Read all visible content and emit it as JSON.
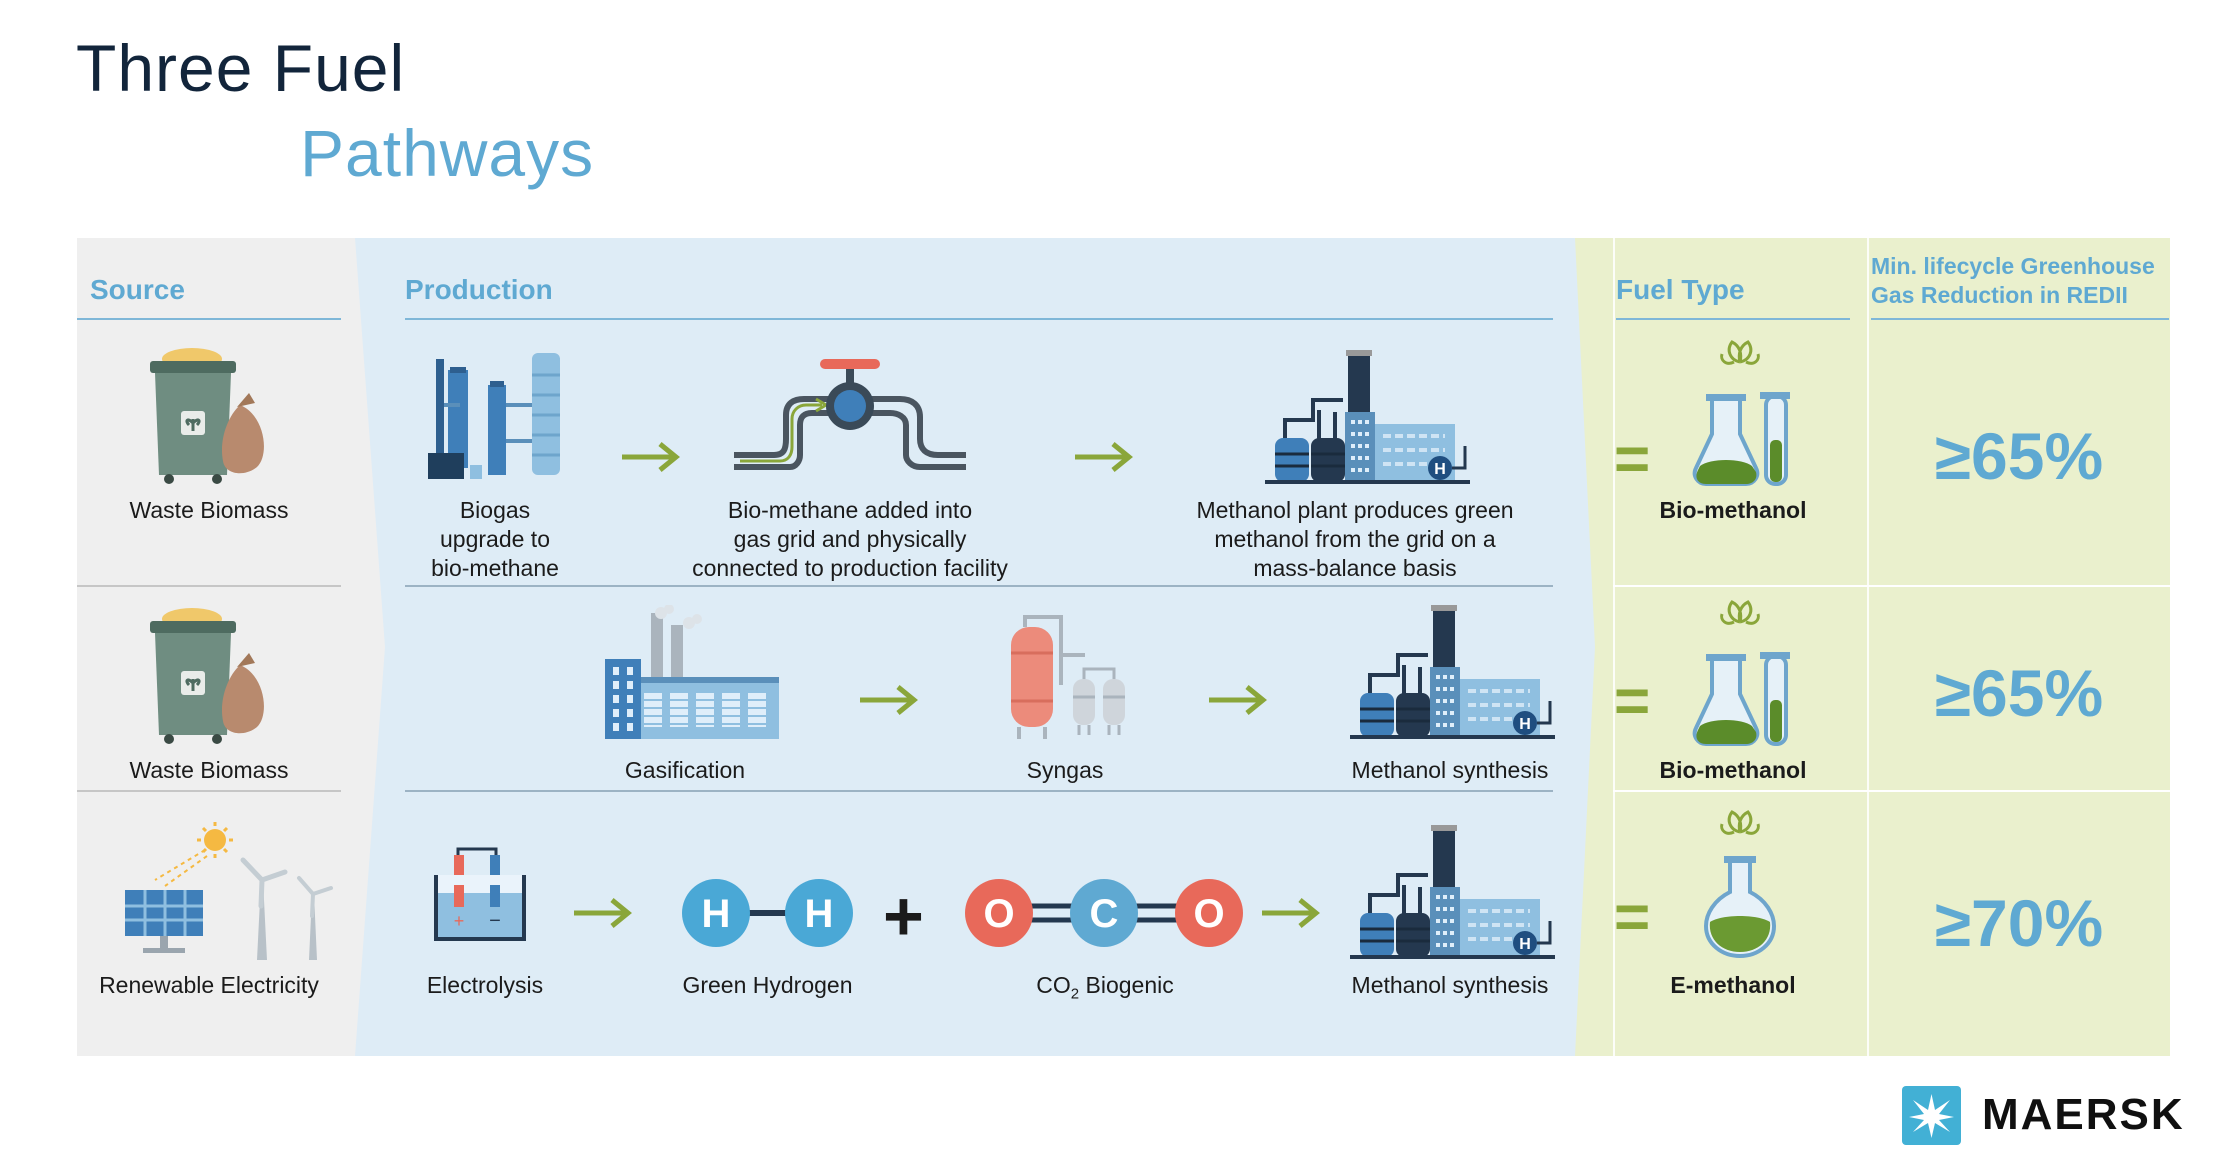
{
  "title": {
    "line1": "Three Fuel",
    "line2": "Pathways"
  },
  "columns": {
    "source": "Source",
    "production": "Production",
    "fuel_type": "Fuel Type",
    "ghg_line1": "Min. lifecycle Greenhouse",
    "ghg_line2": "Gas Reduction in REDII"
  },
  "rows": [
    {
      "source": "Waste Biomass",
      "steps": [
        [
          "Biogas",
          "upgrade to",
          "bio-methane"
        ],
        [
          "Bio-methane added into",
          "gas grid and physically",
          "connected to production facility"
        ],
        [
          "Methanol plant produces green",
          "methanol from the grid on a",
          "mass-balance basis"
        ]
      ],
      "fuel": "Bio-methanol",
      "reduction": "≥65%"
    },
    {
      "source": "Waste Biomass",
      "steps": [
        "Gasification",
        "Syngas",
        "Methanol synthesis"
      ],
      "fuel": "Bio-methanol",
      "reduction": "≥65%"
    },
    {
      "source": "Renewable Electricity",
      "steps": [
        "Electrolysis",
        "Green Hydrogen",
        "Methanol synthesis"
      ],
      "co2_label": {
        "main": "CO",
        "sub": "2",
        "rest": " Biogenic"
      },
      "fuel": "E-methanol",
      "reduction": "≥70%"
    }
  ],
  "symbols": {
    "equals": "=",
    "plus": "+"
  },
  "molecules": {
    "h": "H",
    "o": "O",
    "c": "C"
  },
  "brand": "MAERSK",
  "colors": {
    "accent_blue": "#5fa9d2",
    "green": "#8aa63a",
    "navy": "#12253b",
    "red": "#e8695a"
  }
}
